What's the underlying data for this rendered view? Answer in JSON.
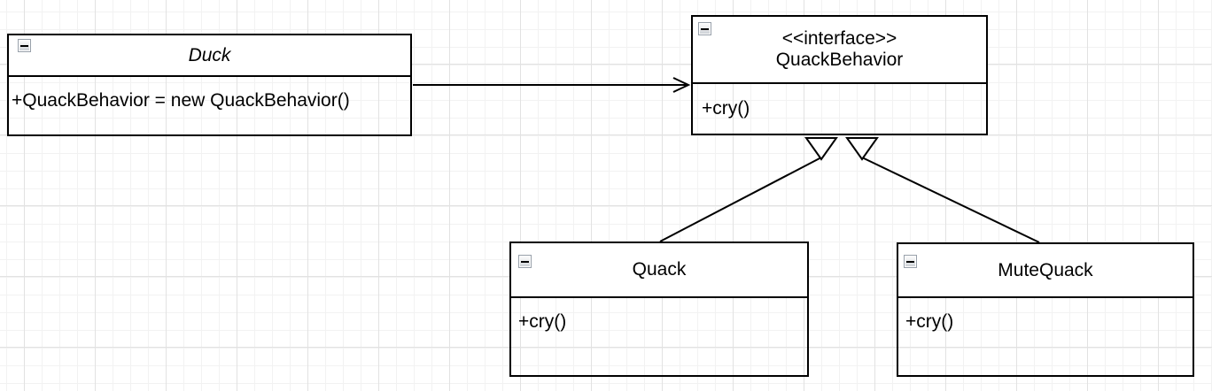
{
  "canvas": {
    "background": "#ffffff",
    "grid_minor_color": "#f2f2f2",
    "grid_major_color": "#e2e2e2",
    "shape_border_color": "#000000",
    "shape_fill_color": "#ffffff"
  },
  "classes": {
    "duck": {
      "title": "Duck",
      "members": [
        "+QuackBehavior = new QuackBehavior()"
      ]
    },
    "quackBehavior": {
      "stereotype": "<<interface>>",
      "title": "QuackBehavior",
      "members": [
        "+cry()"
      ]
    },
    "quack": {
      "title": "Quack",
      "members": [
        "+cry()"
      ]
    },
    "muteQuack": {
      "title": "MuteQuack",
      "members": [
        "+cry()"
      ]
    }
  },
  "relationships": [
    {
      "type": "association",
      "from": "Duck",
      "to": "QuackBehavior",
      "arrowhead": "open-arrow"
    },
    {
      "type": "realization",
      "from": "Quack",
      "to": "QuackBehavior",
      "arrowhead": "hollow-triangle"
    },
    {
      "type": "realization",
      "from": "MuteQuack",
      "to": "QuackBehavior",
      "arrowhead": "hollow-triangle"
    }
  ],
  "icons": {
    "collapse": "minus-icon"
  }
}
